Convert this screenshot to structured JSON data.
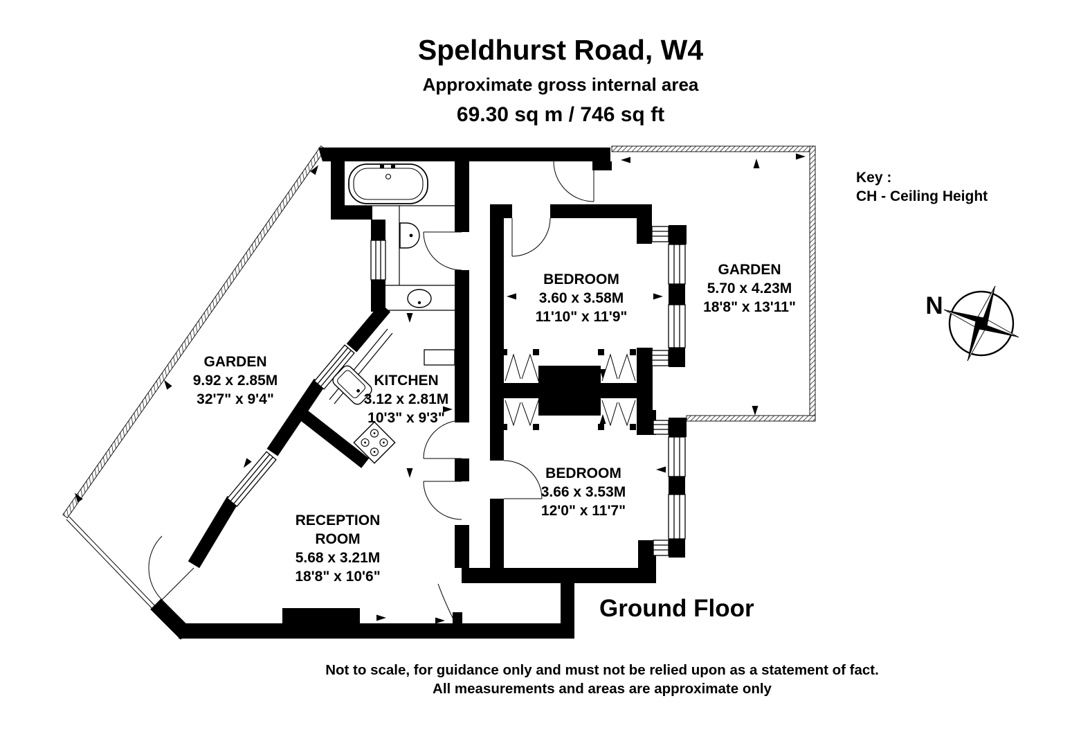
{
  "header": {
    "title": "Speldhurst Road, W4",
    "subtitle": "Approximate gross internal area",
    "area": "69.30 sq m /  746 sq ft"
  },
  "key": {
    "label": "Key :",
    "entry": "CH - Ceiling Height"
  },
  "compass": {
    "north_label": "N"
  },
  "floor_label": "Ground Floor",
  "rooms": [
    {
      "name": "GARDEN",
      "metric": "9.92 x 2.85M",
      "imperial": "32'7\" x 9'4\""
    },
    {
      "name": "KITCHEN",
      "metric": "3.12 x 2.81M",
      "imperial": "10'3\" x 9'3\""
    },
    {
      "name": "RECEPTION ROOM",
      "metric": "5.68 x 3.21M",
      "imperial": "18'8\" x 10'6\""
    },
    {
      "name": "BEDROOM",
      "metric": "3.60 x 3.58M",
      "imperial": "11'10\" x 11'9\""
    },
    {
      "name": "BEDROOM",
      "metric": "3.66 x 3.53M",
      "imperial": "12'0\" x 11'7\""
    },
    {
      "name": "GARDEN",
      "metric": "5.70 x 4.23M",
      "imperial": "18'8\" x 13'11\""
    }
  ],
  "footer": {
    "line1": "Not to scale, for guidance only and must not be relied upon as a statement of fact.",
    "line2": "All measurements and areas are approximate only"
  },
  "colors": {
    "wall": "#000000",
    "background": "#ffffff"
  }
}
